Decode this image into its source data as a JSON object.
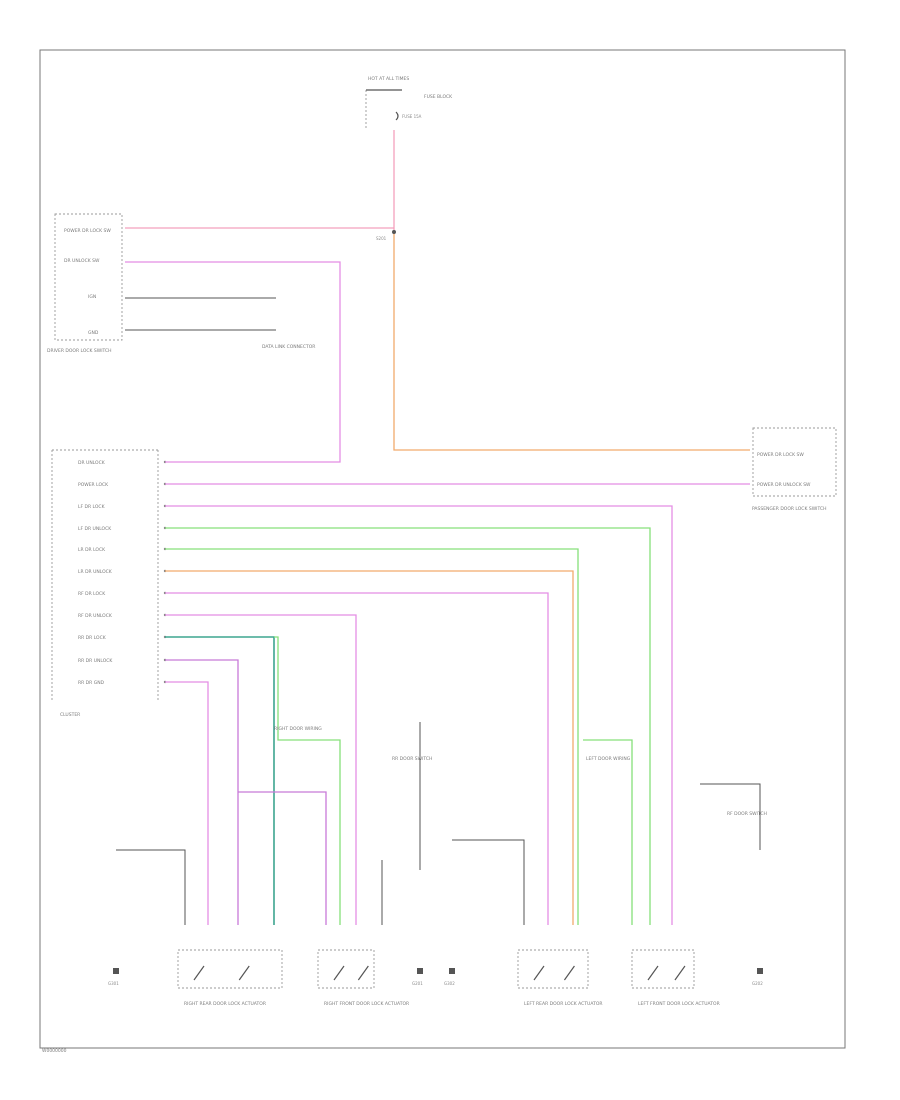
{
  "diagram": {
    "frame_code": "W0000000",
    "wire_colors": {
      "pink": "#f3a0bd",
      "magenta": "#e48ee4",
      "violet": "#c87ad8",
      "orange": "#f2aa6c",
      "green": "#86e07a",
      "teal": "#3da58f",
      "black": "#555555",
      "gray": "#9a9a9a"
    },
    "components": {
      "top_fuse": {
        "text": "HOT AT ALL TIMES",
        "fuse_label": "FUSE 15A",
        "box_label": "FUSE BLOCK"
      },
      "driver_switch": {
        "pin_labels": [
          "POWER DR LOCK SW",
          "DR UNLOCK SW",
          "IGN",
          "GND"
        ],
        "name": "DRIVER DOOR LOCK SWITCH",
        "note": "DATA LINK CONNECTOR"
      },
      "splice_top": {
        "label": "S201"
      },
      "cluster": {
        "pin_labels": [
          "DR UNLOCK",
          "POWER LOCK",
          "LF DR LOCK",
          "LF DR UNLOCK",
          "LR DR LOCK",
          "LR DR UNLOCK",
          "RF DR LOCK",
          "RF DR UNLOCK",
          "RR DR LOCK",
          "RR DR UNLOCK",
          "RR DR GND"
        ],
        "name": "CLUSTER"
      },
      "passenger_switch": {
        "pin_labels": [
          "POWER DR LOCK SW",
          "POWER DR UNLOCK SW"
        ],
        "name": "PASSENGER DOOR LOCK SWITCH"
      },
      "actuators": [
        {
          "name": "RIGHT REAR DOOR LOCK ACTUATOR"
        },
        {
          "name": "RIGHT FRONT DOOR LOCK ACTUATOR"
        },
        {
          "name": "LEFT REAR DOOR LOCK ACTUATOR"
        },
        {
          "name": "LEFT FRONT DOOR LOCK ACTUATOR"
        }
      ],
      "grounds": [
        {
          "label": "G301"
        },
        {
          "label": "G201"
        },
        {
          "label": "G302"
        },
        {
          "label": "G202"
        }
      ],
      "notes": [
        {
          "text": "RIGHT DOOR WIRING"
        },
        {
          "text": "LEFT DOOR WIRING"
        },
        {
          "text": "RR DOOR SWITCH"
        },
        {
          "text": "RF DOOR SWITCH"
        }
      ]
    }
  }
}
